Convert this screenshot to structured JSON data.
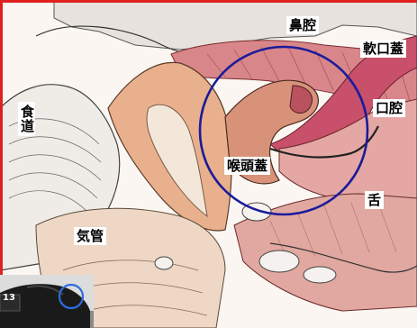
{
  "figure": {
    "frame_color": "#e02020",
    "highlight_circle_color": "#1b1b9a",
    "labels": {
      "nasal_cavity": "鼻腔",
      "soft_palate": "軟口蓋",
      "oral_cavity": "口腔",
      "esophagus": "食道",
      "epiglottis": "喉頭蓋",
      "tongue": "舌",
      "trachea": "気管"
    }
  },
  "inset": {
    "jockey_number": "13"
  }
}
